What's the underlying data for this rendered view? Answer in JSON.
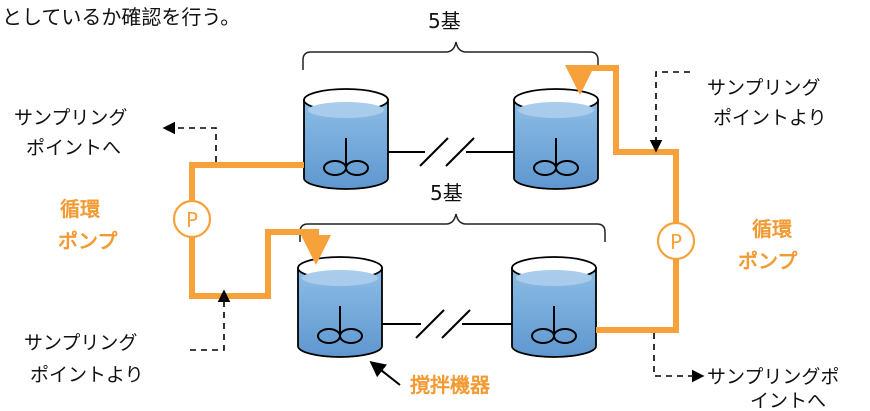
{
  "header_text": "としているか確認を行う。",
  "group_count_top": "5基",
  "group_count_bottom": "5基",
  "pump_letter": "P",
  "labels": {
    "sampling_to_top_left": [
      "サンプリング",
      "ポイントへ"
    ],
    "sampling_from_top_right": [
      "サンプリング",
      "ポイントより"
    ],
    "sampling_from_bottom_left": [
      "サンプリング",
      "ポイントより"
    ],
    "sampling_to_bottom_right": [
      "サンプリングポ",
      "イントへ"
    ],
    "circulation_pump_left": [
      "循環",
      "ポンプ"
    ],
    "circulation_pump_right": [
      "循環",
      "ポンプ"
    ],
    "agitator": "撹拌機器"
  },
  "colors": {
    "pipe": "#F7A13A",
    "label_accent": "#F39A32",
    "tank_fill": "#6FA8DC",
    "tank_top": "#D4E6F6",
    "tank_stroke": "#000000"
  }
}
